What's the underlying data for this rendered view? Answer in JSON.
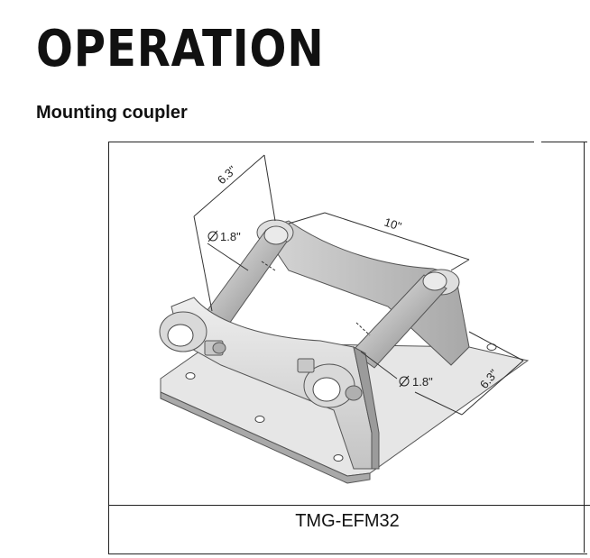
{
  "heading": "OPERATION",
  "subheading": "Mounting coupler",
  "figure": {
    "caption": "TMG-EFM32",
    "dimensions": {
      "width_top": "6.3\"",
      "length": "10\"",
      "pin_dia_left": "1.8\"",
      "pin_dia_right": "1.8\"",
      "width_side": "6.3\""
    }
  }
}
